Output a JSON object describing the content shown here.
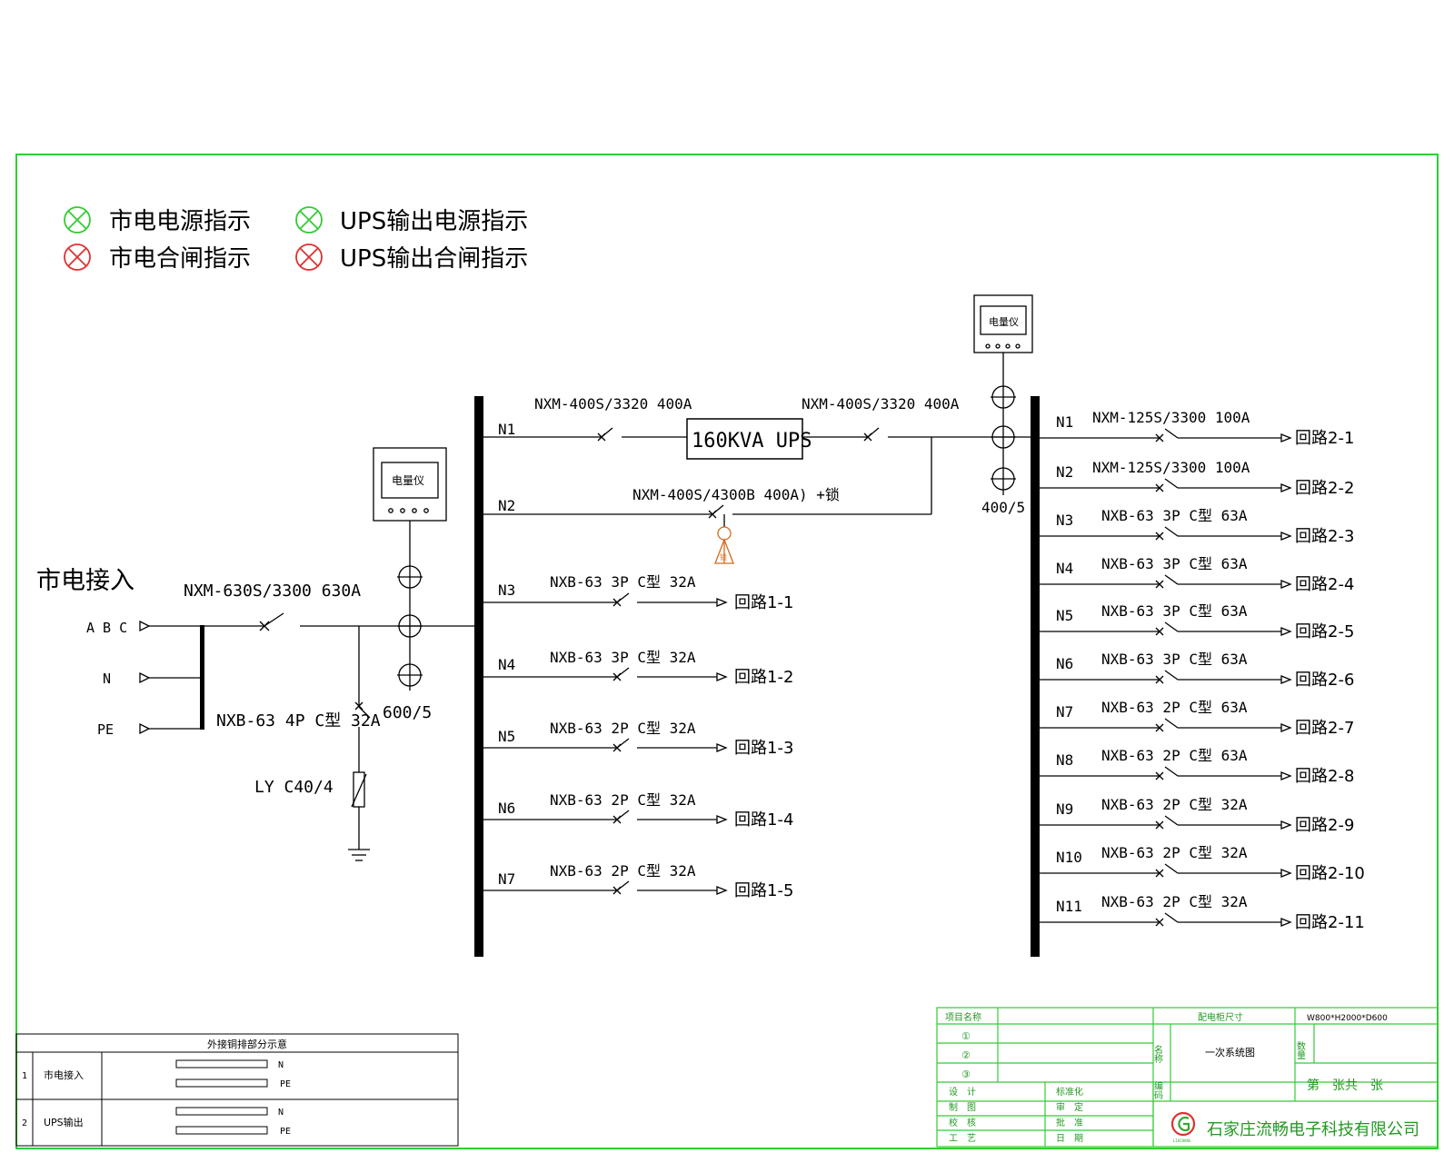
{
  "legend": [
    {
      "label": "市电电源指示",
      "color": "#33cc33"
    },
    {
      "label": "UPS输出电源指示",
      "color": "#33cc33"
    },
    {
      "label": "市电合闸指示",
      "color": "#e03030"
    },
    {
      "label": "UPS输出合闸指示",
      "color": "#e03030"
    }
  ],
  "incoming": {
    "title": "市电接入",
    "breaker": "NXM-630S/3300 630A",
    "phase_abc": "A B C",
    "phase_n": "N",
    "phase_pe": "PE",
    "spd_breaker": "NXB-63 4P C型 32A",
    "spd": "LY C40/4",
    "ct_ratio": "600/5",
    "meter_label": "电量仪"
  },
  "bus1": {
    "branches": [
      {
        "id": "N1",
        "breaker": "NXM-400S/3320 400A",
        "dest": ""
      },
      {
        "id": "N2",
        "breaker": "NXM-400S/4300B 400A) +锁",
        "dest": ""
      },
      {
        "id": "N3",
        "breaker": "NXB-63 3P C型 32A",
        "dest": "回路1-1"
      },
      {
        "id": "N4",
        "breaker": "NXB-63 3P C型 32A",
        "dest": "回路1-2"
      },
      {
        "id": "N5",
        "breaker": "NXB-63 2P C型 32A",
        "dest": "回路1-3"
      },
      {
        "id": "N6",
        "breaker": "NXB-63 2P C型 32A",
        "dest": "回路1-4"
      },
      {
        "id": "N7",
        "breaker": "NXB-63 2P C型 32A",
        "dest": "回路1-5"
      }
    ],
    "lock_mark": "锁"
  },
  "ups": {
    "label": "160KVA UPS",
    "out_breaker": "NXM-400S/3320 400A",
    "ct_ratio": "400/5",
    "meter_label": "电量仪"
  },
  "bus2": {
    "branches": [
      {
        "id": "N1",
        "breaker": "NXM-125S/3300 100A",
        "dest": "回路2-1"
      },
      {
        "id": "N2",
        "breaker": "NXM-125S/3300 100A",
        "dest": "回路2-2"
      },
      {
        "id": "N3",
        "breaker": "NXB-63 3P C型 63A",
        "dest": "回路2-3"
      },
      {
        "id": "N4",
        "breaker": "NXB-63 3P C型 63A",
        "dest": "回路2-4"
      },
      {
        "id": "N5",
        "breaker": "NXB-63 3P C型 63A",
        "dest": "回路2-5"
      },
      {
        "id": "N6",
        "breaker": "NXB-63 3P C型 63A",
        "dest": "回路2-6"
      },
      {
        "id": "N7",
        "breaker": "NXB-63 2P C型 63A",
        "dest": "回路2-7"
      },
      {
        "id": "N8",
        "breaker": "NXB-63 2P C型 63A",
        "dest": "回路2-8"
      },
      {
        "id": "N9",
        "breaker": "NXB-63 2P C型 32A",
        "dest": "回路2-9"
      },
      {
        "id": "N10",
        "breaker": "NXB-63 2P C型 32A",
        "dest": "回路2-10"
      },
      {
        "id": "N11",
        "breaker": "NXB-63 2P C型 32A",
        "dest": "回路2-11"
      }
    ]
  },
  "copper_table": {
    "title": "外接铜排部分示意",
    "rows": [
      {
        "no": "1",
        "name": "市电接入",
        "bar1": "N",
        "bar2": "PE"
      },
      {
        "no": "2",
        "name": "UPS输出",
        "bar1": "N",
        "bar2": "PE"
      }
    ]
  },
  "title_block": {
    "project_name": "项目名称",
    "c1": "①",
    "c2": "②",
    "c3": "③",
    "cabinet_size_label": "配电柜尺寸",
    "cabinet_size": "W800*H2000*D600",
    "name_label": "名称",
    "name_value": "一次系统图",
    "qty_label": "数量",
    "code_label": "编码",
    "sheet": "第　张共　张",
    "left_roles": [
      "设　计",
      "制　图",
      "校　核",
      "工　艺"
    ],
    "right_roles": [
      "标准化",
      "审　定",
      "批　准",
      "日　期"
    ],
    "company": "石家庄流畅电子科技有限公司",
    "logo_text": "LIUCHANG"
  }
}
